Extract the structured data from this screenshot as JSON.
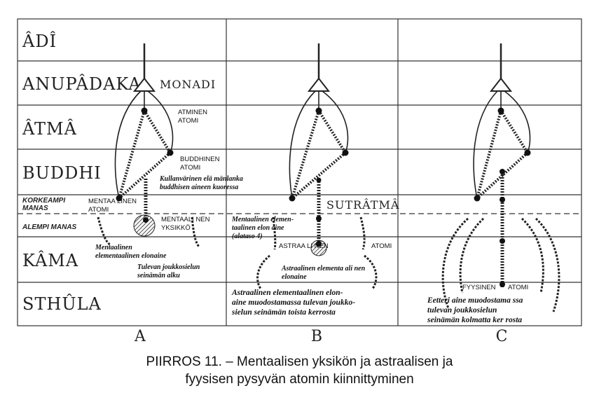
{
  "planes": [
    "ÂDÎ",
    "ANUPÂDAKA",
    "ÂTMÂ",
    "BUDDHI",
    "KORKEAMPI MANAS",
    "ALEMPI MANAS",
    "KÂMA",
    "STHÛLA"
  ],
  "columns": [
    "A",
    "B",
    "C"
  ],
  "labels": {
    "monadi": "MONADI",
    "atminen": [
      "ATMINEN",
      "ATOMI"
    ],
    "buddhinen": [
      "BUDDHINEN",
      "ATOMI"
    ],
    "kullan": [
      "Kullanvärinen elä mänlanka",
      "buddhisen aineen kuoressa"
    ],
    "mentaalinen_atomi": [
      "MENTAA LINEN",
      "ATOMI"
    ],
    "mentaalinen_yksikko": [
      "MENTAALI NEN",
      "YKSIKKÖ"
    ],
    "mentaalinen_elonaine_a": [
      "Mentaalinen",
      "elementaalinen elonaine"
    ],
    "tulevan_a": [
      "Tulevan joukkosielun",
      "seinämän alku"
    ],
    "sutratma": "SUTRÂTMÂ",
    "mentaalinen_b": [
      "Mentaalinen elemen-",
      "taalinen elon aine",
      "(alataso 4)"
    ],
    "astraalinen_atomi": [
      "ASTRAA LI NEN",
      "ATOMI"
    ],
    "astraalinen_elonaine": [
      "Astraalinen elementa ali nen",
      "elonaine"
    ],
    "astraalinen_b": [
      "Astraalinen elementaalinen elon-",
      "aine muodostamassa tulevan joukko-",
      "sielun seinämän toista kerrosta"
    ],
    "fyysinen": [
      "FYYSINEN",
      "ATOMI"
    ],
    "eetteri": [
      "Eetteri aine muodostama ssa",
      "tulevan joukkosielun",
      "seinämän kolmatta ker rosta"
    ]
  },
  "caption": [
    "PIIRROS 11. – Mentaalisen yksikön ja astraalisen ja",
    "fyysisen pysyvän atomin kiinnittyminen"
  ]
}
